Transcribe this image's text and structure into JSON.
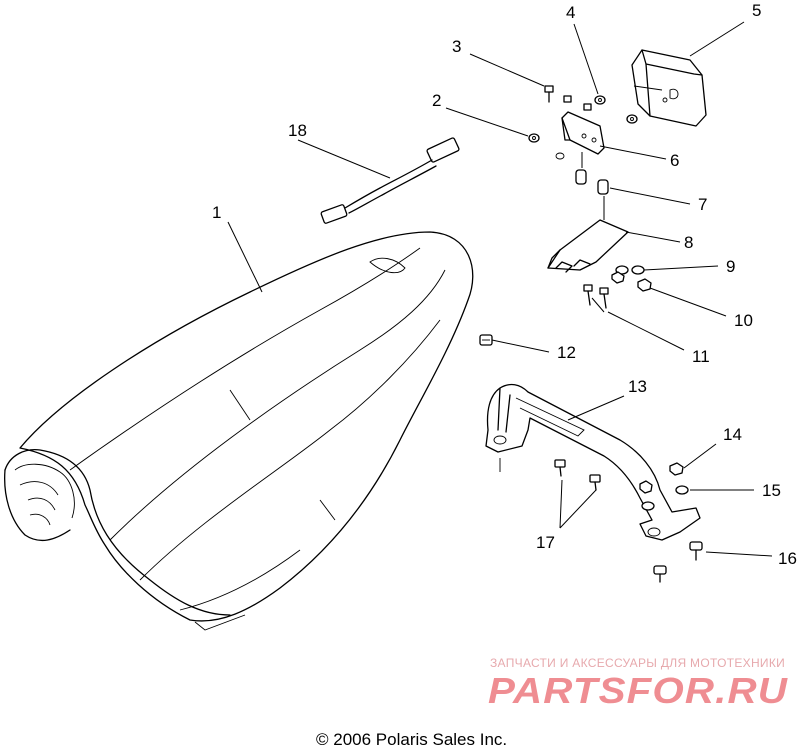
{
  "callouts": {
    "c1": "1",
    "c2": "2",
    "c3": "3",
    "c4": "4",
    "c5": "5",
    "c6": "6",
    "c7": "7",
    "c8": "8",
    "c9": "9",
    "c10": "10",
    "c11": "11",
    "c12": "12",
    "c13": "13",
    "c14": "14",
    "c15": "15",
    "c16": "16",
    "c17": "17",
    "c18": "18"
  },
  "watermark": {
    "tagline": "ЗАПЧАСТИ И АКСЕССУАРЫ ДЛЯ МОТОТЕХНИКИ",
    "brand": "PARTSFOR.RU",
    "color": "#ef8d92"
  },
  "footer": {
    "copyright": "© 2006 Polaris Sales Inc."
  }
}
